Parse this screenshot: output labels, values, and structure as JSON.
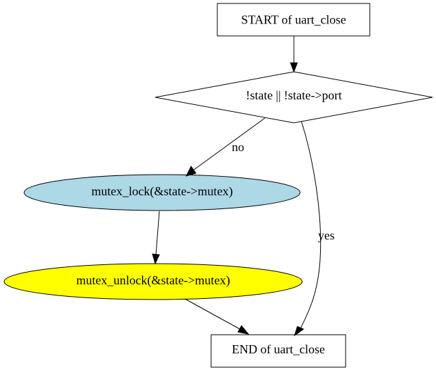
{
  "diagram": {
    "nodes": {
      "start": {
        "label": "START of uart_close",
        "shape": "box",
        "fill": "#ffffff"
      },
      "condition": {
        "label": "!state || !state->port",
        "shape": "diamond",
        "fill": "#ffffff"
      },
      "lock": {
        "label": "mutex_lock(&state->mutex)",
        "shape": "ellipse",
        "fill": "#add8e6"
      },
      "unlock": {
        "label": "mutex_unlock(&state->mutex)",
        "shape": "ellipse",
        "fill": "#ffff00"
      },
      "end": {
        "label": "END of uart_close",
        "shape": "box",
        "fill": "#ffffff"
      }
    },
    "edges": {
      "start_to_condition": {
        "from": "start",
        "to": "condition",
        "label": ""
      },
      "condition_to_lock": {
        "from": "condition",
        "to": "lock",
        "label": "no"
      },
      "lock_to_unlock": {
        "from": "lock",
        "to": "unlock",
        "label": ""
      },
      "unlock_to_end": {
        "from": "unlock",
        "to": "end",
        "label": ""
      },
      "condition_to_end": {
        "from": "condition",
        "to": "end",
        "label": "yes"
      }
    }
  }
}
